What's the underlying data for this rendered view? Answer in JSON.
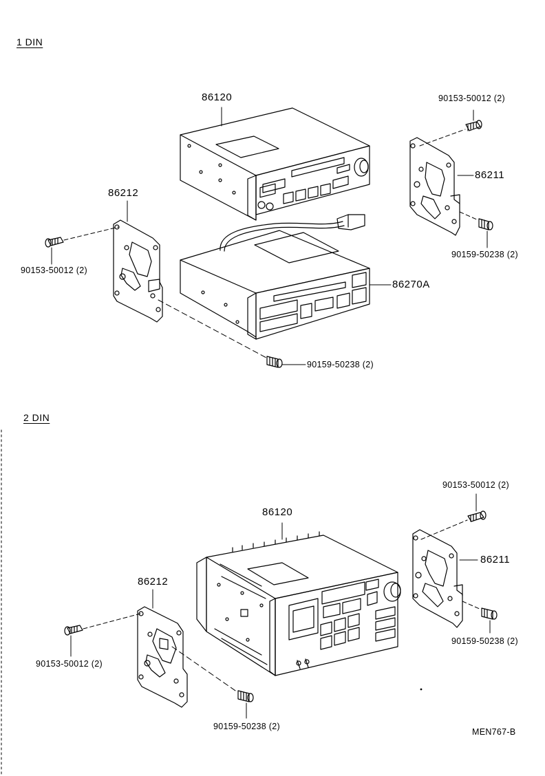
{
  "sections": {
    "din1_title": "1 DIN",
    "din2_title": "2 DIN"
  },
  "din1": {
    "head_unit": "86120",
    "bracket_right": "86211",
    "bracket_left": "86212",
    "deck": "86270A",
    "screw_right_top": "90153-50012 (2)",
    "screw_right_bottom": "90159-50238 (2)",
    "screw_left": "90153-50012 (2)",
    "screw_bottom": "90159-50238 (2)"
  },
  "din2": {
    "head_unit": "86120",
    "bracket_right": "86211",
    "bracket_left": "86212",
    "screw_right_top": "90153-50012 (2)",
    "screw_right_bottom": "90159-50238 (2)",
    "screw_left": "90153-50012 (2)",
    "screw_bottom": "90159-50238 (2)"
  },
  "drawing_code": "MEN767-B"
}
